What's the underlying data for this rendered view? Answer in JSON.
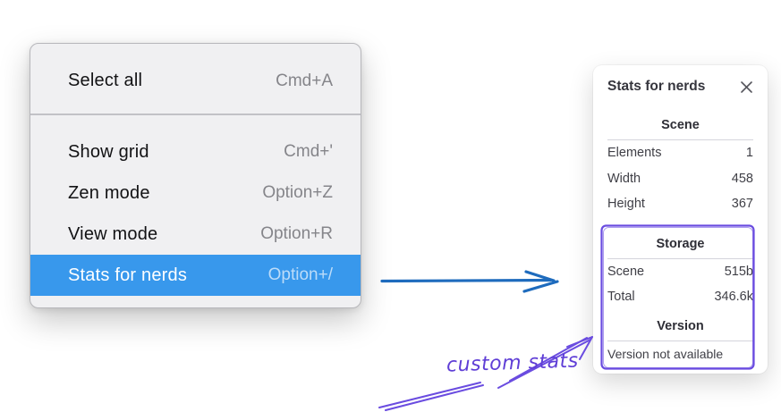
{
  "context_menu": {
    "groups": [
      {
        "items": [
          {
            "label": "Select all",
            "shortcut": "Cmd+A",
            "highlighted": false
          }
        ]
      },
      {
        "items": [
          {
            "label": "Show grid",
            "shortcut": "Cmd+'",
            "highlighted": false
          },
          {
            "label": "Zen mode",
            "shortcut": "Option+Z",
            "highlighted": false
          },
          {
            "label": "View mode",
            "shortcut": "Option+R",
            "highlighted": false
          },
          {
            "label": "Stats for nerds",
            "shortcut": "Option+/",
            "highlighted": true
          }
        ]
      }
    ],
    "highlight_color": "#3898ec"
  },
  "stats_panel": {
    "title": "Stats for nerds",
    "sections": [
      {
        "heading": "Scene",
        "rows": [
          {
            "label": "Elements",
            "value": "1"
          },
          {
            "label": "Width",
            "value": "458"
          },
          {
            "label": "Height",
            "value": "367"
          }
        ]
      },
      {
        "heading": "Storage",
        "rows": [
          {
            "label": "Scene",
            "value": "515b"
          },
          {
            "label": "Total",
            "value": "346.6k"
          }
        ]
      },
      {
        "heading": "Version",
        "rows": [],
        "note": "Version not available"
      }
    ]
  },
  "annotation": {
    "label": "custom stats",
    "color": "#5f3ed6",
    "sketch_color": "#6a4ce0"
  },
  "flow_arrow": {
    "color": "#1e6bbd"
  }
}
